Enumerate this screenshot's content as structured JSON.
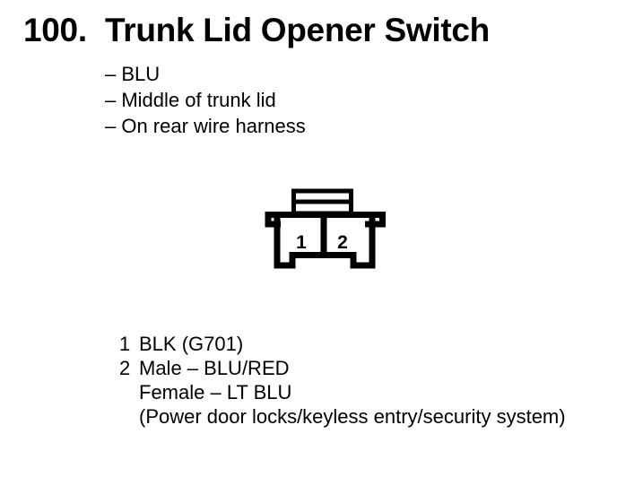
{
  "page": {
    "item_number": "100.",
    "title": "Trunk Lid Opener Switch",
    "bullets": [
      "– BLU",
      "– Middle of trunk lid",
      "– On rear wire harness"
    ],
    "connector": {
      "cavities": [
        "1",
        "2"
      ]
    },
    "pins": [
      {
        "num": "1",
        "lines": [
          "BLK (G701)"
        ]
      },
      {
        "num": "2",
        "lines": [
          "Male – BLU/RED",
          "Female – LT BLU",
          "(Power door locks/keyless entry/security system)"
        ]
      }
    ],
    "colors": {
      "ink": "#000000",
      "paper": "#ffffff"
    }
  }
}
